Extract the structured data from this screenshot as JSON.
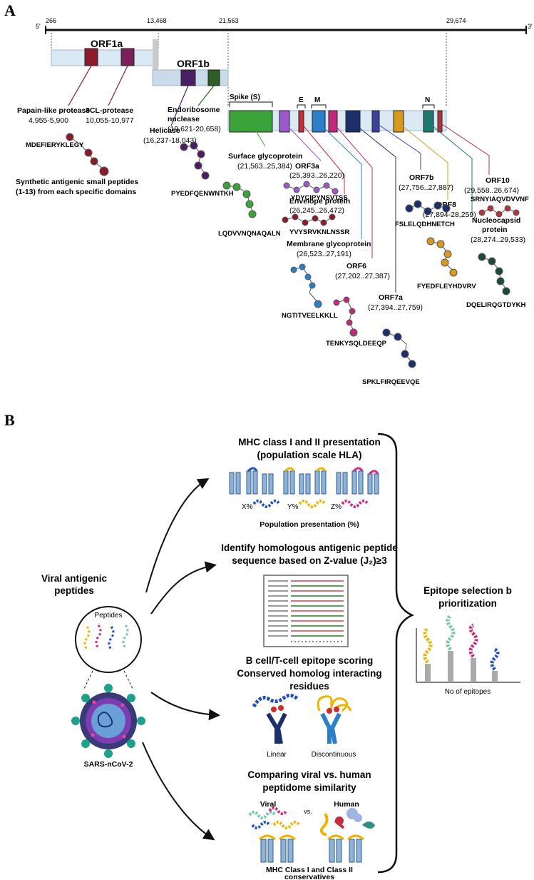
{
  "panel_a": {
    "label": "A",
    "end5": "5'",
    "end3": "3'",
    "ticks": [
      "266",
      "13,468",
      "21,563",
      "29,674"
    ],
    "orf1a": "ORF1a",
    "orf1b": "ORF1b",
    "spike_bracket": "Spike (S)",
    "e_bracket": "E",
    "m_bracket": "M",
    "n_bracket": "N",
    "proteins": [
      {
        "name": "Papain-like protease",
        "range": "4,955-5,900"
      },
      {
        "name": "3CL-protease",
        "range": "10,055-10,977"
      },
      {
        "name": "Endoribosome",
        "name2": "nuclease",
        "range": "(19,621-20,658)"
      },
      {
        "name": "Helicase",
        "range": "(16,237-18,043)"
      },
      {
        "name": "Surface glycoprotein",
        "range": "(21,563..25,384)"
      },
      {
        "name": "ORF3a",
        "range": "(25,393..26,220)"
      },
      {
        "name": "Envelope protein",
        "range": "(26,245..26,472)"
      },
      {
        "name": "Membrane glycoprotein",
        "range": "(26,523..27,191)"
      },
      {
        "name": "ORF6",
        "range": "(27,202..27,387)"
      },
      {
        "name": "ORF7a",
        "range": "(27,394..27,759)"
      },
      {
        "name": "ORF7b",
        "range": "(27,756..27,887)"
      },
      {
        "name": "ORF8",
        "range": "(27,894-28,259)"
      },
      {
        "name": "Nucleocapsid",
        "name2": "protein",
        "range": "(28,274..29,533)"
      },
      {
        "name": "ORF10",
        "range": "(29,558..26,674)"
      }
    ],
    "peptides": [
      "MDEFIERYKLEGY",
      "PYEDFQENWNTKH",
      "LQDVVNQNAQALN",
      "YDYCIPYNSVTSS",
      "YVYSRVKNLNSSR",
      "NGTITVEELKKLL",
      "TENKYSQLDEEQP",
      "SPKLFIRQEEVQE",
      "FSLELQDHNETCH",
      "FYEDFLEYHDVRV",
      "DQELIRQGTDYKH",
      "SRNYIAQVDVVNF"
    ],
    "synthetic_note_1": "Synthetic antigenic small peptides",
    "synthetic_note_2": "(1-13) from each specific domains"
  },
  "panel_b": {
    "label": "B",
    "viral_title_1": "Viral antigenic",
    "viral_title_2": "peptides",
    "peptides_label": "Peptides",
    "virus_name": "SARS-nCoV-2",
    "mhc_title_1": "MHC class I and II presentation",
    "mhc_title_2": "(population scale HLA)",
    "pct_x": "X%",
    "pct_y": "Y%",
    "pct_z": "Z%",
    "population_label": "Population presentation (%)",
    "homolog_title_1": "Identify homologous antigenic peptide",
    "homolog_title_2": "sequence based on Z-value (J₂)≥3",
    "bcell_title_1": "B cell/T-cell epitope scoring",
    "bcell_title_2": "Conserved homolog interacting",
    "bcell_title_3": "residues",
    "linear": "Linear",
    "discontinuous": "Discontinuous",
    "compare_title_1": "Comparing viral vs. human",
    "compare_title_2": "peptidome similarity",
    "viral": "Viral",
    "vs": "vs.",
    "human": "Human",
    "mhc_footer_1": "MHC Class I and Class II",
    "mhc_footer_2": "conservatives",
    "selection_title_1": "Epitope selection b",
    "selection_title_2": "prioritization",
    "no_epitopes": "No of epitopes"
  },
  "colors": {
    "orf1a_box": "#dbe9f5",
    "papain": "#8b1a2a",
    "clpro": "#7a1f5a",
    "endo": "#4b1e63",
    "helicase": "#2f5e24",
    "spike": "#3aa33a",
    "orf3a": "#9b59c9",
    "envelope": "#c72a3a",
    "membrane": "#2b7fc9",
    "orf6": "#c02a7a",
    "orf7a": "#1d2f6b",
    "orf7b": "#3f3fa0",
    "orf8": "#d79a1d",
    "nucleocapsid": "#1e7a6e",
    "orf10": "#b2343e"
  }
}
